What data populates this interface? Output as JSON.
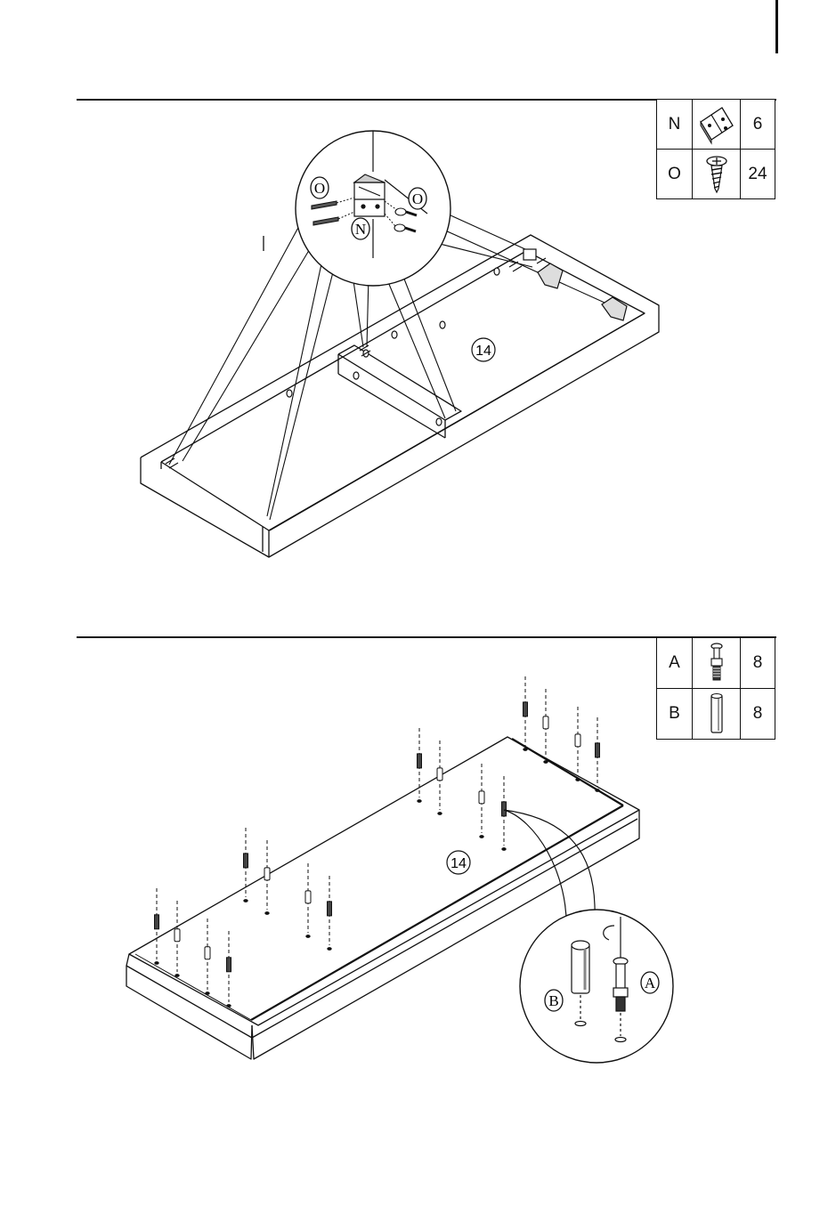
{
  "steps": [
    {
      "parts": [
        {
          "letter": "N",
          "qty": "6",
          "icon": "corner-bracket-icon"
        },
        {
          "letter": "O",
          "qty": "24",
          "icon": "wood-screw-icon"
        }
      ],
      "panel_label": "14",
      "callout_bracket": "N",
      "callout_screw_left": "O",
      "callout_screw_right": "O"
    },
    {
      "parts": [
        {
          "letter": "A",
          "qty": "8",
          "icon": "cam-bolt-icon"
        },
        {
          "letter": "B",
          "qty": "8",
          "icon": "wood-dowel-icon"
        }
      ],
      "panel_label": "14",
      "callout_dowel": "B",
      "callout_bolt": "A"
    }
  ]
}
